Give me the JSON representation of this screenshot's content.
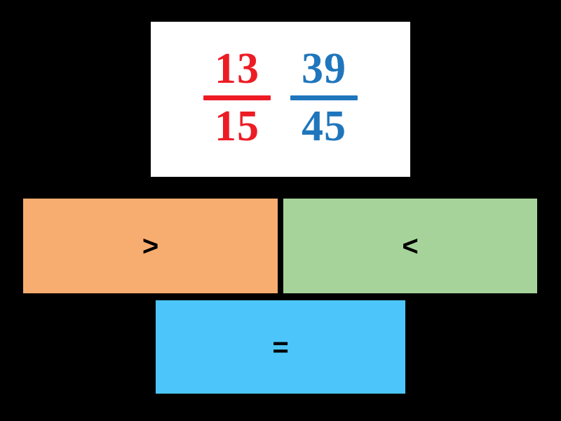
{
  "background_color": "#000000",
  "question": {
    "card_background": "#ffffff",
    "prompt_type": "compare-fractions",
    "fractions": [
      {
        "name": "left",
        "numerator": "13",
        "denominator": "15",
        "color": "#ED1C24"
      },
      {
        "name": "right",
        "numerator": "39",
        "denominator": "45",
        "color": "#1F76BC"
      }
    ]
  },
  "answers": [
    {
      "id": "greater",
      "label": ">",
      "color": "#F7AC70"
    },
    {
      "id": "less",
      "label": "<",
      "color": "#A6D39A"
    },
    {
      "id": "equal",
      "label": "=",
      "color": "#4CC6FA"
    }
  ]
}
